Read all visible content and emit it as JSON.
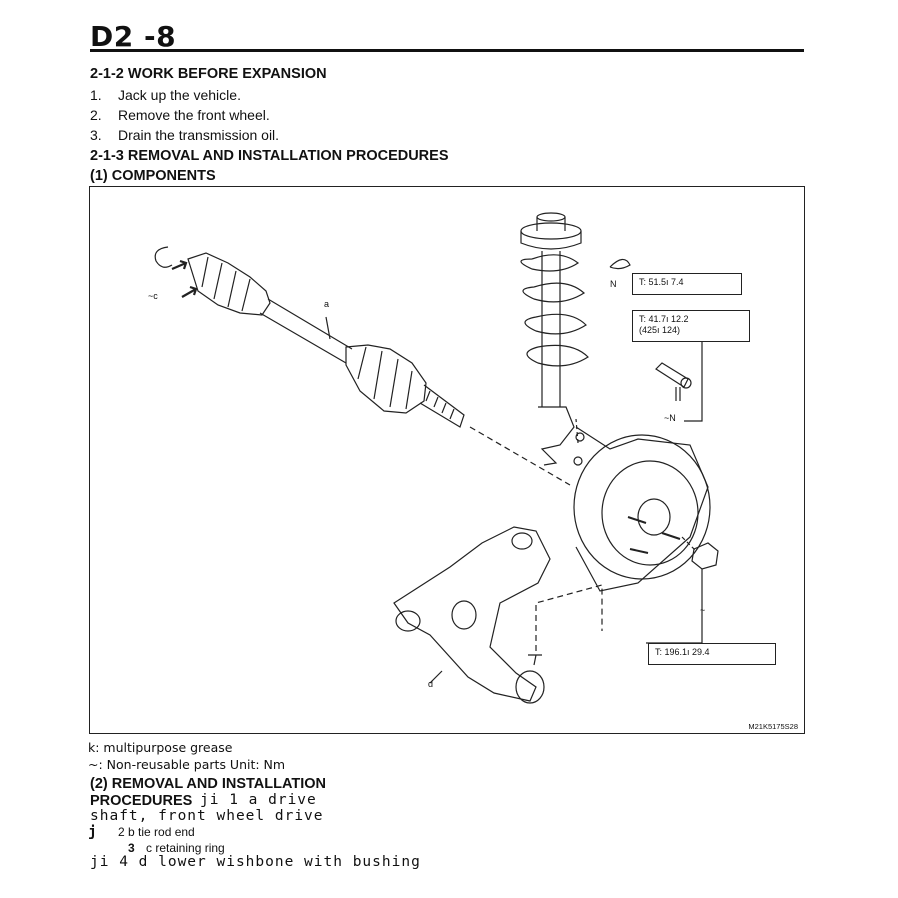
{
  "page_code": "D2 -8",
  "section_212": "2-1-2  WORK BEFORE EXPANSION",
  "steps_before": [
    {
      "num": "1.",
      "text": "Jack up the vehicle."
    },
    {
      "num": "2.",
      "text": "Remove the front wheel."
    },
    {
      "num": "3.",
      "text": "Drain the transmission oil."
    }
  ],
  "section_213": "2-1-3  REMOVAL AND INSTALLATION PROCEDURES",
  "components_heading": "(1)  COMPONENTS",
  "figure": {
    "torque_1": "T: 51.5ı 7.4",
    "torque_2_line1": "T: 41.7ı 12.2",
    "torque_2_line2": "(425ı 124)",
    "torque_3": "T: 196.1ı 29.4",
    "label_a": "a",
    "label_d": "d",
    "label_c": "~c",
    "label_n1": "N",
    "label_n2": "~N",
    "label_tilde": "~",
    "figure_id": "M21K5175S28"
  },
  "legend_grease": "k: multipurpose grease",
  "legend_nonreusable": "~: Non-reusable parts Unit: Nm",
  "removal_heading_line1": "(2)  REMOVAL AND INSTALLATION",
  "removal_heading_line2": "PROCEDURES",
  "removal_item_1a": "ji 1 a drive",
  "removal_item_1b": "shaft, front wheel drive",
  "removal_item_2_symbol": "j",
  "removal_item_2": "2 b tie rod end",
  "removal_item_3_num": "3",
  "removal_item_3": "c retaining ring",
  "removal_item_4": "ji 4 d lower wishbone with bushing"
}
